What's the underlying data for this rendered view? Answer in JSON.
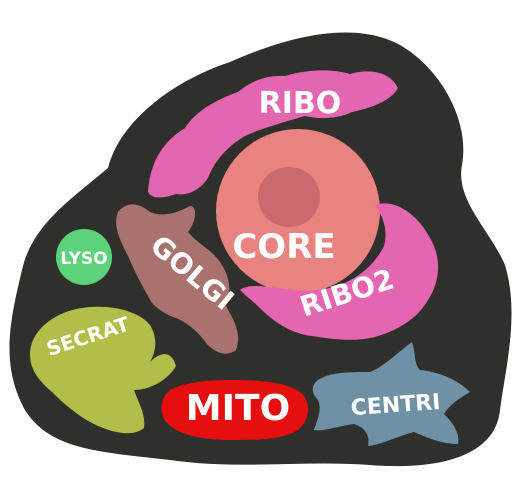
{
  "labels": {
    "ribo": "RIBO",
    "core": "CORE",
    "golgi": "GOLGI",
    "ribo2": "RIBO2",
    "lyso": "LYSO",
    "secrat": "SECRAT",
    "mito": "MITO",
    "centri": "CENTRI"
  },
  "colors": {
    "cell_body": "#2f2f2c",
    "core": "#e8837f",
    "nucleolus": "#c96a6e",
    "ribo": "#e466b1",
    "golgi": "#a9726f",
    "lyso": "#5cd27a",
    "secrat": "#b3bd4a",
    "mito": "#e60f10",
    "centri": "#6f91a6"
  }
}
